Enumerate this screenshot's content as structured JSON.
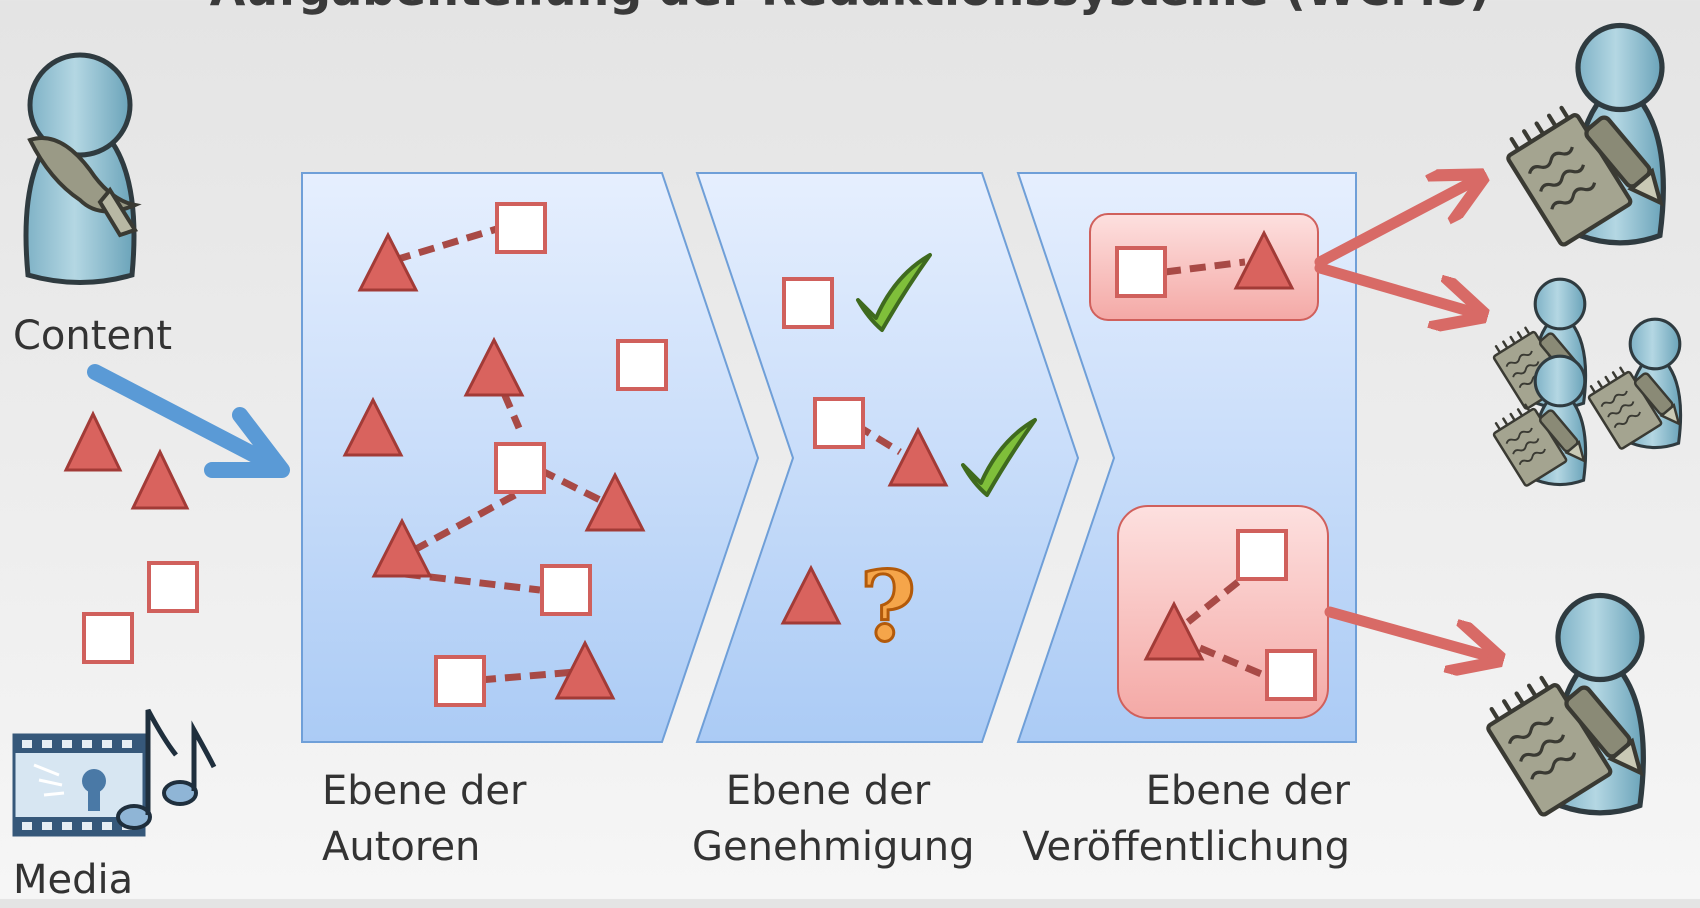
{
  "title": "Aufgabenteilung der Redaktionssysteme (WCMS)",
  "labels": {
    "content": "Content",
    "media": "Media",
    "authors_line1": "Ebene der",
    "authors_line2": "Autoren",
    "approval_line1": "Ebene der",
    "approval_line2": "Genehmigung",
    "publication_line1": "Ebene der",
    "publication_line2": "Veröffentlichung"
  },
  "symbols": {
    "question": "?"
  },
  "colors": {
    "panel_top": "#e4eefe",
    "panel_bottom": "#aacbf5",
    "panel_border": "#6f9fd8",
    "triangle": "#d9635e",
    "triangle_stroke": "#a23b37",
    "square_stroke": "#d0605c",
    "link": "#a84a46",
    "arrow_blue": "#5a9ad6",
    "arrow_red": "#d86a66",
    "check": "#7fbf3a",
    "question": "#f5a54a",
    "person": "#8fbfd0",
    "notepad": "#9a9a86"
  },
  "icons": [
    "person-quill-icon",
    "media-film-music-icon",
    "check-icon",
    "question-icon",
    "person-notepad-icon",
    "group-notepad-icon"
  ]
}
